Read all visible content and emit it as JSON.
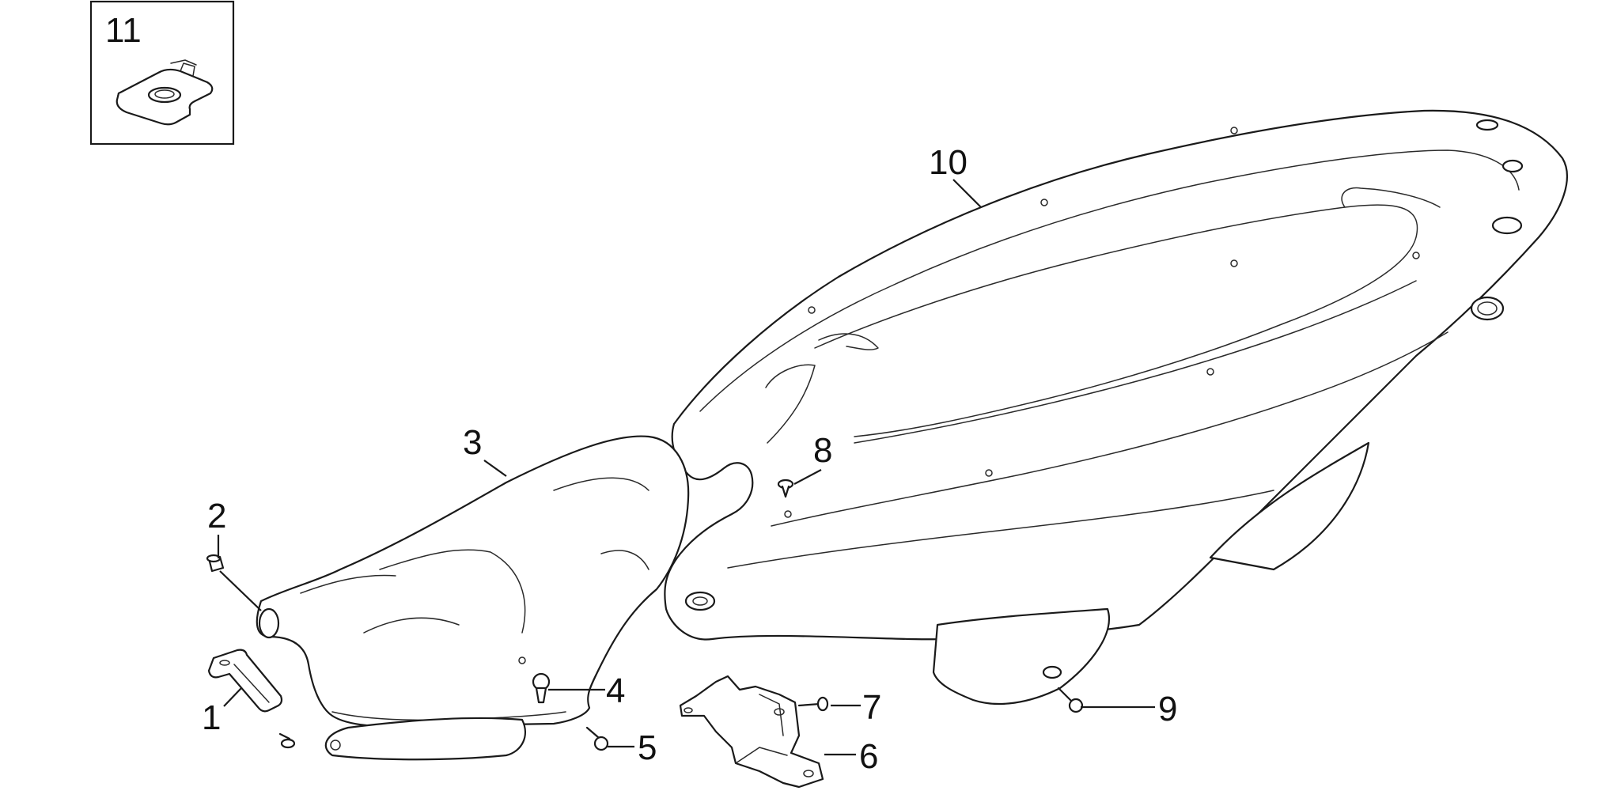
{
  "inset": {
    "label": "11"
  },
  "callouts": [
    {
      "id": "1",
      "label": "1"
    },
    {
      "id": "2",
      "label": "2"
    },
    {
      "id": "3",
      "label": "3"
    },
    {
      "id": "4",
      "label": "4"
    },
    {
      "id": "5",
      "label": "5"
    },
    {
      "id": "6",
      "label": "6"
    },
    {
      "id": "7",
      "label": "7"
    },
    {
      "id": "8",
      "label": "8"
    },
    {
      "id": "9",
      "label": "9"
    },
    {
      "id": "10",
      "label": "10"
    }
  ]
}
